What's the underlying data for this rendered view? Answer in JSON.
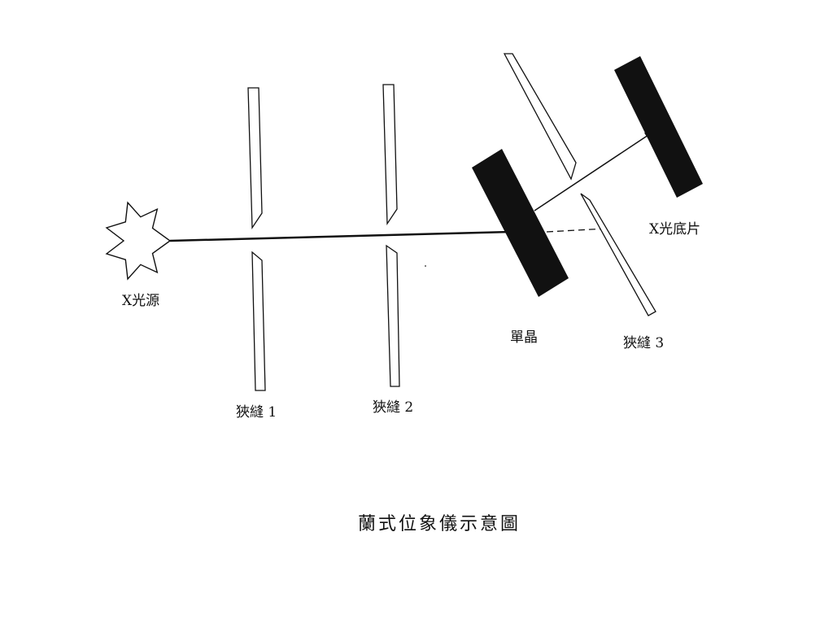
{
  "labels": {
    "source": "X光源",
    "slit1": "狹縫 1",
    "slit2": "狹縫 2",
    "crystal": "單晶",
    "film": "X光底片",
    "slit3": "狹縫 3"
  },
  "caption": "蘭式位象儀示意圖",
  "colors": {
    "ink": "#111111",
    "background": "#ffffff"
  }
}
